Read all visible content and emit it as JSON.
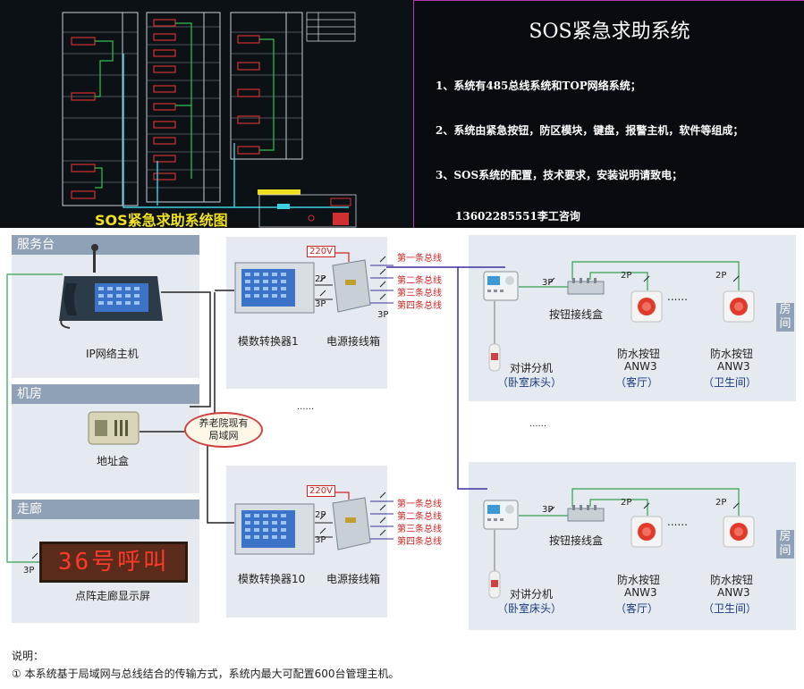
{
  "cad": {
    "caption": "SOS紧急求助系统图"
  },
  "sos_panel": {
    "title": "SOS紧急求助系统",
    "lines": [
      "1、系统有485总线系统和TOP网络系统；",
      "2、系统由紧急按钮，防区模块，键盘，报警主机，软件等组成；",
      "3、SOS系统的配置，技术要求，安装说明请致电；",
      "13602285551李工咨询"
    ]
  },
  "diagram": {
    "zones": {
      "service_desk": "服务台",
      "machine_room": "机房",
      "corridor": "走廊"
    },
    "ip_host_label": "IP网络主机",
    "address_box_label": "地址盒",
    "led_text": "36号呼叫",
    "led_label": "点阵走廊显示屏",
    "network_label_line1": "养老院现有",
    "network_label_line2": "局域网",
    "converter1_label": "模数转换器1",
    "converter10_label": "模数转换器10",
    "power_box_label": "电源接线箱",
    "voltage": "220V",
    "wire_2p": "2P",
    "wire_3p": "3P",
    "buses": [
      "第一条总线",
      "第二条总线",
      "第三条总线",
      "第四条总线"
    ],
    "intercom_label": "对讲分机",
    "intercom_sub": "（卧室床头）",
    "button_box_label": "按钮接线盒",
    "anw_label": "防水按钮",
    "anw_model": "ANW3",
    "living_room": "（客厅）",
    "bathroom": "（卫生间）",
    "room_tab": "房间",
    "dots": "......",
    "note_title": "说明：",
    "note_text": "① 本系统基于局域网与总线结合的传输方式，系统内最大可配置600台管理主机。"
  }
}
